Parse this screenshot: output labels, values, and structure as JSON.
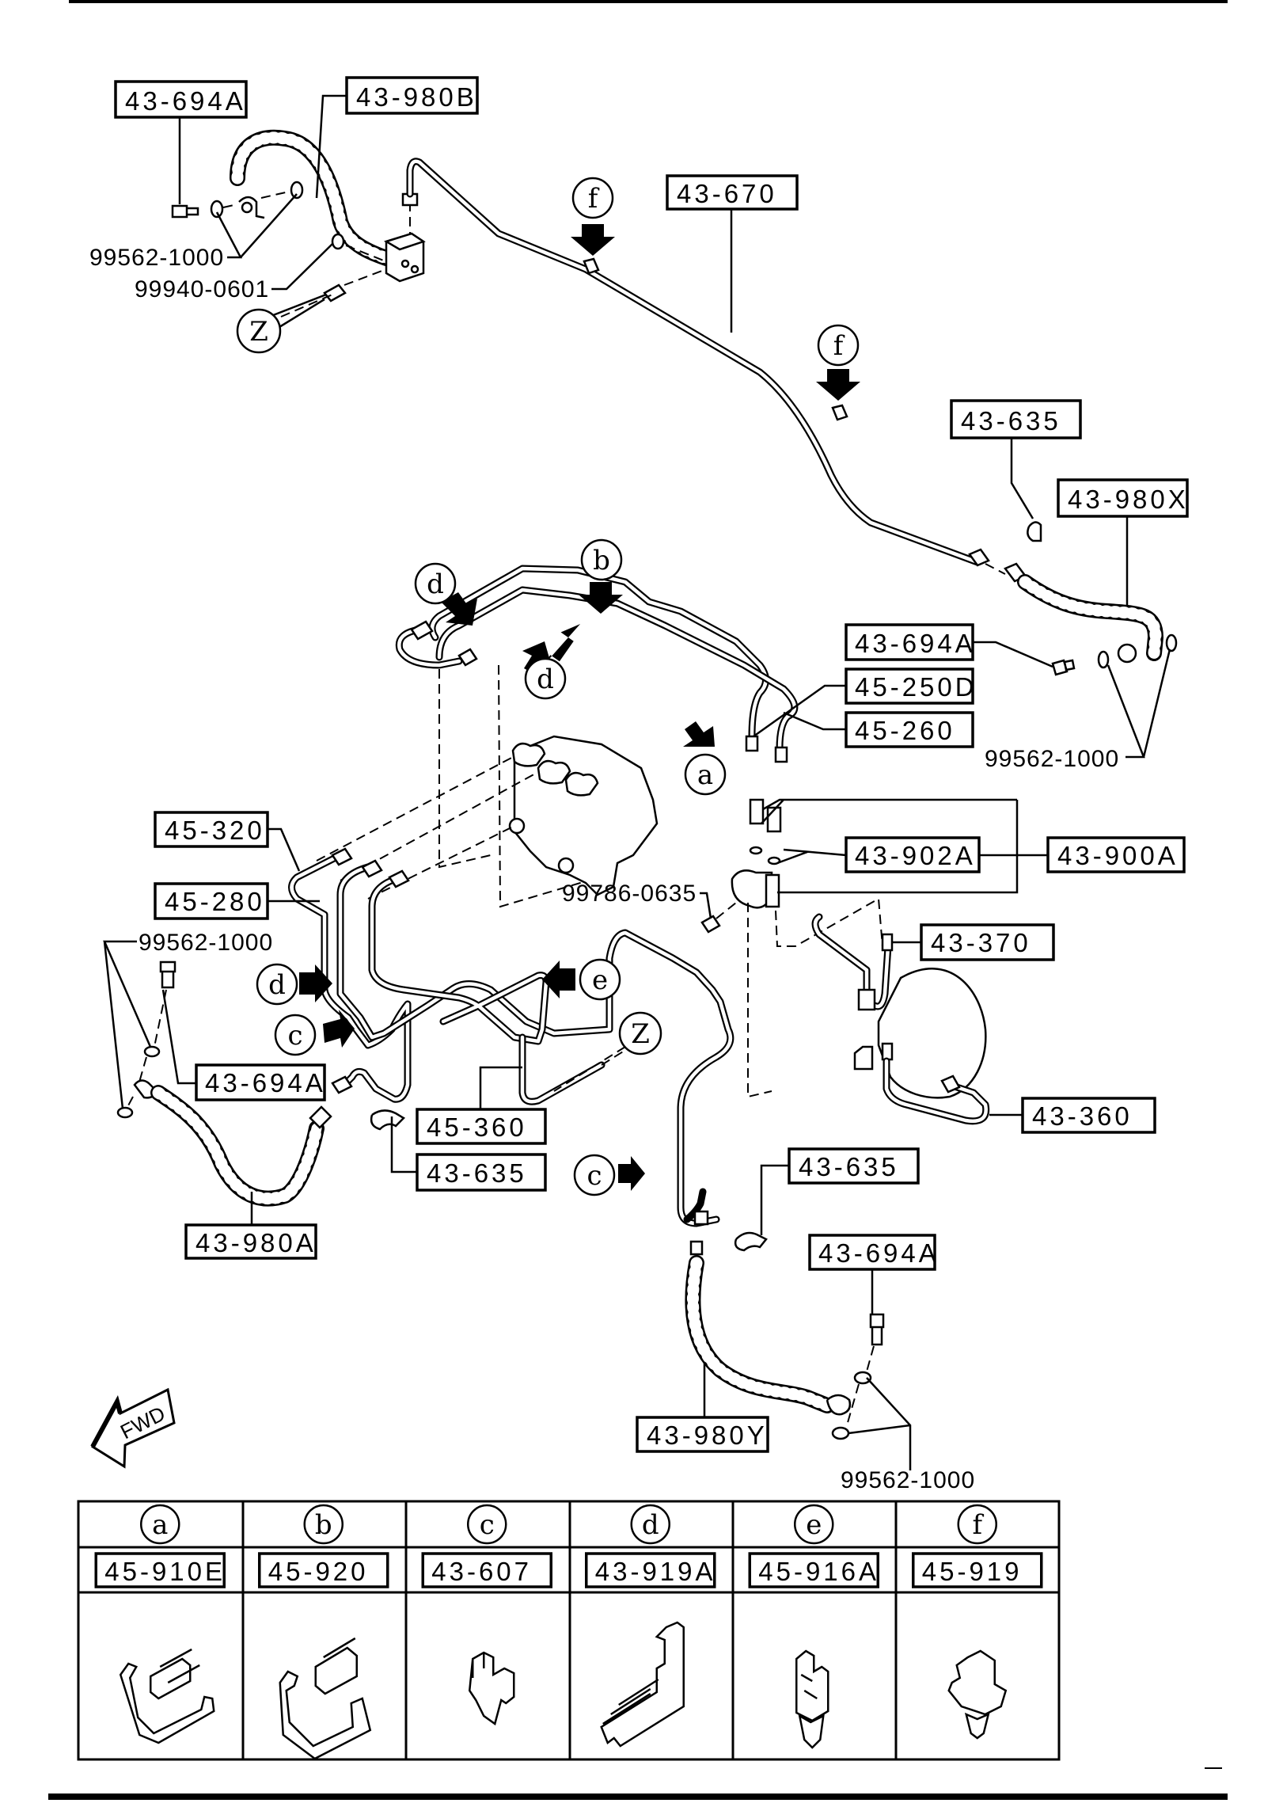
{
  "diagram": {
    "title": "Brake lines / hoses exploded parts diagram",
    "part_labels": [
      {
        "id": "l1",
        "text": "43-694A"
      },
      {
        "id": "l2",
        "text": "43-980B"
      },
      {
        "id": "l3",
        "text": "43-670"
      },
      {
        "id": "l4",
        "text": "43-635"
      },
      {
        "id": "l5",
        "text": "43-980X"
      },
      {
        "id": "l6",
        "text": "43-694A"
      },
      {
        "id": "l7",
        "text": "45-250D"
      },
      {
        "id": "l8",
        "text": "45-260"
      },
      {
        "id": "l9",
        "text": "45-320"
      },
      {
        "id": "l10",
        "text": "43-902A"
      },
      {
        "id": "l11",
        "text": "43-900A"
      },
      {
        "id": "l12",
        "text": "45-280"
      },
      {
        "id": "l13",
        "text": "43-370"
      },
      {
        "id": "l14",
        "text": "43-694A"
      },
      {
        "id": "l15",
        "text": "45-360"
      },
      {
        "id": "l16",
        "text": "43-360"
      },
      {
        "id": "l17",
        "text": "43-635"
      },
      {
        "id": "l18",
        "text": "43-635"
      },
      {
        "id": "l19",
        "text": "43-980A"
      },
      {
        "id": "l20",
        "text": "43-694A"
      },
      {
        "id": "l21",
        "text": "43-980Y"
      }
    ],
    "plain_part_numbers": [
      {
        "id": "n1",
        "text": "99562-1000"
      },
      {
        "id": "n2",
        "text": "99940-0601"
      },
      {
        "id": "n3",
        "text": "99562-1000"
      },
      {
        "id": "n4",
        "text": "99786-0635"
      },
      {
        "id": "n5",
        "text": "99562-1000"
      },
      {
        "id": "n6",
        "text": "99562-1000"
      }
    ],
    "callouts": [
      {
        "id": "z1",
        "letter": "Z"
      },
      {
        "id": "f1",
        "letter": "f"
      },
      {
        "id": "f2",
        "letter": "f"
      },
      {
        "id": "d1",
        "letter": "d"
      },
      {
        "id": "b1",
        "letter": "b"
      },
      {
        "id": "d2",
        "letter": "d"
      },
      {
        "id": "a1",
        "letter": "a"
      },
      {
        "id": "d3",
        "letter": "d"
      },
      {
        "id": "e1",
        "letter": "e"
      },
      {
        "id": "c1",
        "letter": "c"
      },
      {
        "id": "z2",
        "letter": "Z"
      },
      {
        "id": "c2",
        "letter": "c"
      }
    ],
    "direction_indicator": "FWD"
  },
  "clip_table": {
    "columns": [
      {
        "letter": "a",
        "part": "45-910E",
        "icon": "clip-a-icon"
      },
      {
        "letter": "b",
        "part": "45-920",
        "icon": "clip-b-icon"
      },
      {
        "letter": "c",
        "part": "43-607",
        "icon": "clip-c-icon"
      },
      {
        "letter": "d",
        "part": "43-919A",
        "icon": "clip-d-icon"
      },
      {
        "letter": "e",
        "part": "45-916A",
        "icon": "clip-e-icon"
      },
      {
        "letter": "f",
        "part": "45-919",
        "icon": "clip-f-icon"
      }
    ]
  }
}
